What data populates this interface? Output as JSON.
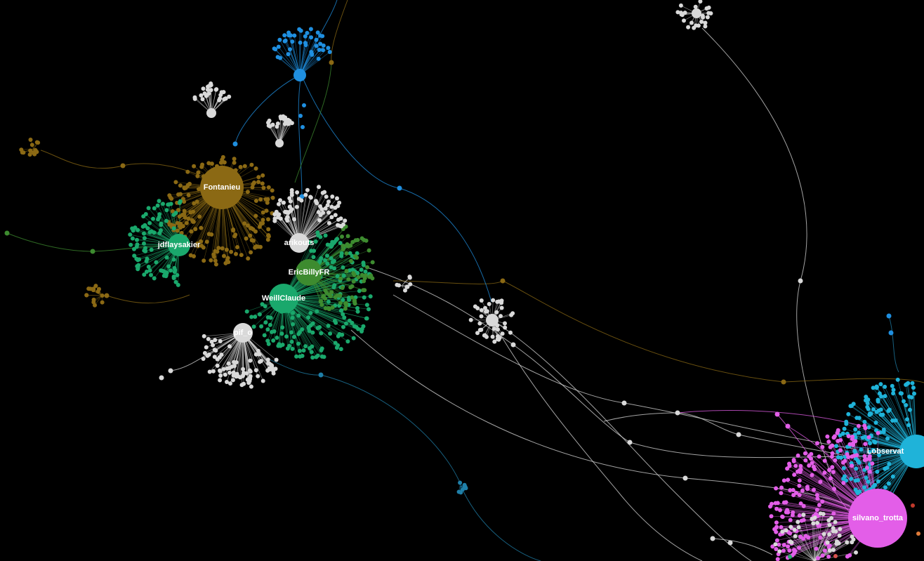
{
  "graph": {
    "background": "#000000",
    "colors": {
      "gold": "#8b6914",
      "green": "#1aa86c",
      "dark_green": "#3d8b2f",
      "white": "#d9d9d9",
      "blue": "#1f8fe0",
      "magenta": "#e35ee8",
      "cyan": "#1fb3d9",
      "teal_blue": "#1f7fa8"
    },
    "labeled_nodes": [
      {
        "id": "fontanieu",
        "label": "Fontanieu",
        "color": "gold"
      },
      {
        "id": "jdflaysakier",
        "label": "jdflaysakier",
        "color": "green"
      },
      {
        "id": "arikouts",
        "label": "arikouts",
        "color": "white"
      },
      {
        "id": "ericbillyfr",
        "label": "EricBillyFR",
        "color": "dark_green"
      },
      {
        "id": "weillclaude",
        "label": "WeillClaude",
        "color": "green"
      },
      {
        "id": "pif_o",
        "label": "pif_o",
        "color": "white"
      },
      {
        "id": "silvano_trotta",
        "label": "silvano_trotta",
        "color": "magenta"
      },
      {
        "id": "lobservateur",
        "label": "Lobservat",
        "color": "cyan"
      }
    ]
  }
}
